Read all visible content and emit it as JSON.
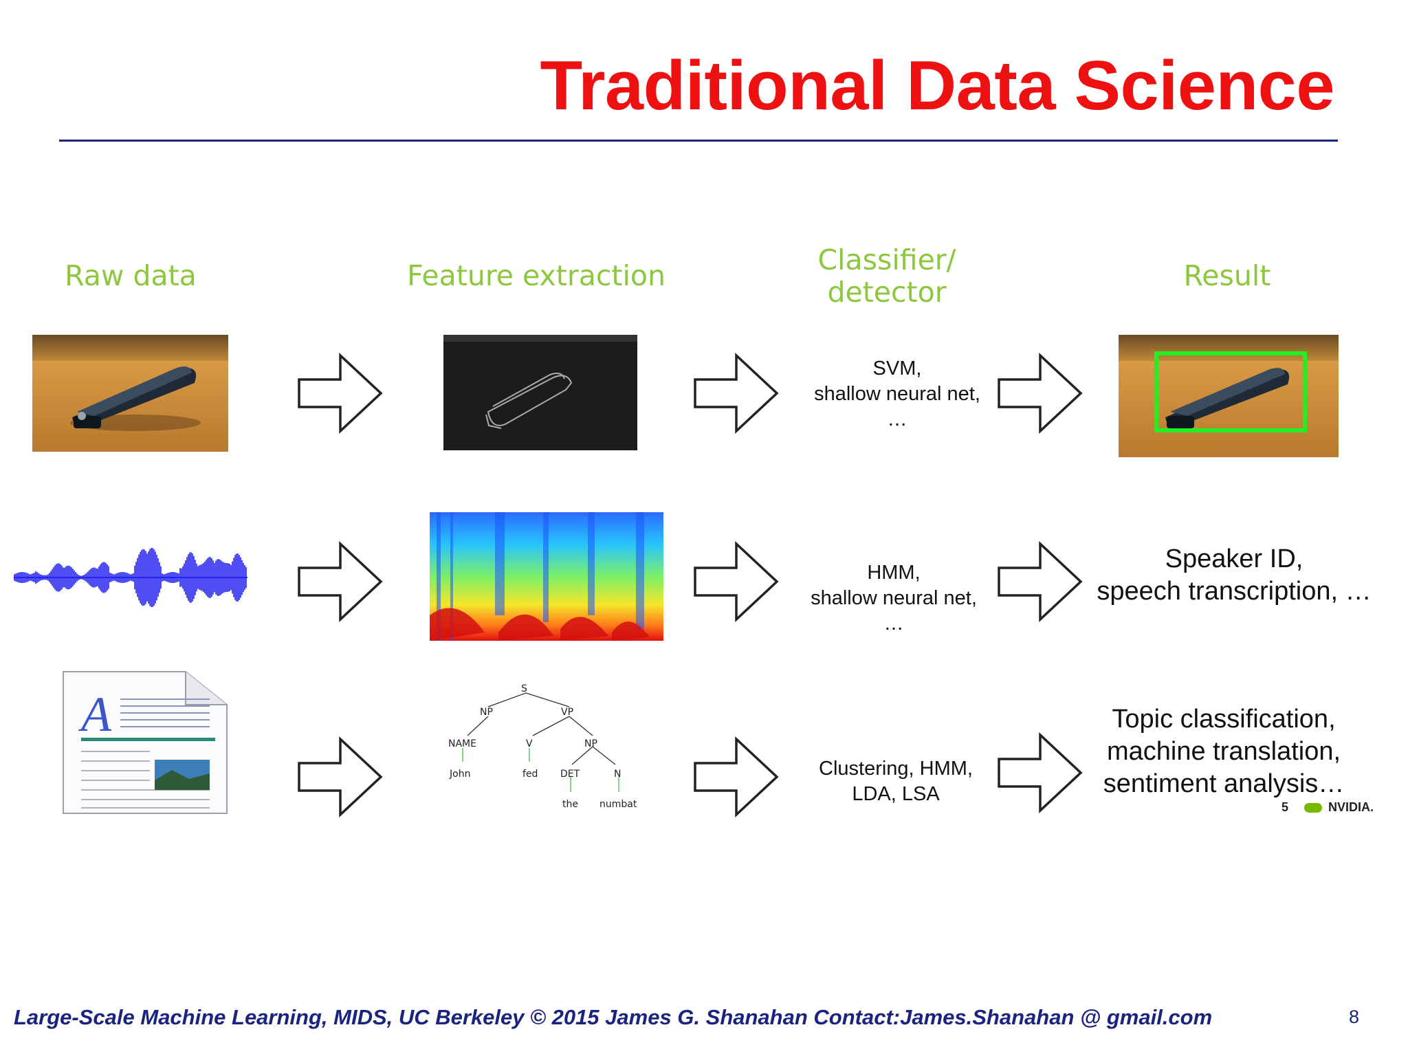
{
  "title": "Traditional Data Science",
  "columns": {
    "raw": "Raw data",
    "feature": "Feature extraction",
    "classifier_line1": "Classifier/",
    "classifier_line2": "detector",
    "result": "Result"
  },
  "rows": {
    "image": {
      "classifier": [
        "SVM,",
        "shallow neural net,",
        "…"
      ]
    },
    "audio": {
      "classifier": [
        "HMM,",
        "shallow neural net,",
        "…"
      ],
      "result": [
        "Speaker ID,",
        "speech transcription, …"
      ]
    },
    "text": {
      "classifier": [
        "Clustering, HMM,",
        "LDA, LSA"
      ],
      "result": [
        "Topic classification,",
        "machine translation,",
        "sentiment analysis…"
      ]
    }
  },
  "parse_tree": {
    "s": "S",
    "np": "NP",
    "vp": "VP",
    "name": "NAME",
    "v": "V",
    "np2": "NP",
    "det": "DET",
    "n": "N",
    "john": "John",
    "fed": "fed",
    "the": "the",
    "numbat": "numbat"
  },
  "doc_icon_letter": "A",
  "nvidia": {
    "number": "5",
    "brand": "NVIDIA."
  },
  "footer": "Large-Scale Machine Learning, MIDS, UC Berkeley ©  2015 James G. Shanahan    Contact:James.Shanahan @ gmail.com",
  "page_number": "8",
  "colors": {
    "title": "#ee1111",
    "header": "#8dc63f",
    "rule": "#1a237e",
    "box": "#22ee22",
    "wave": "#2222ee"
  }
}
